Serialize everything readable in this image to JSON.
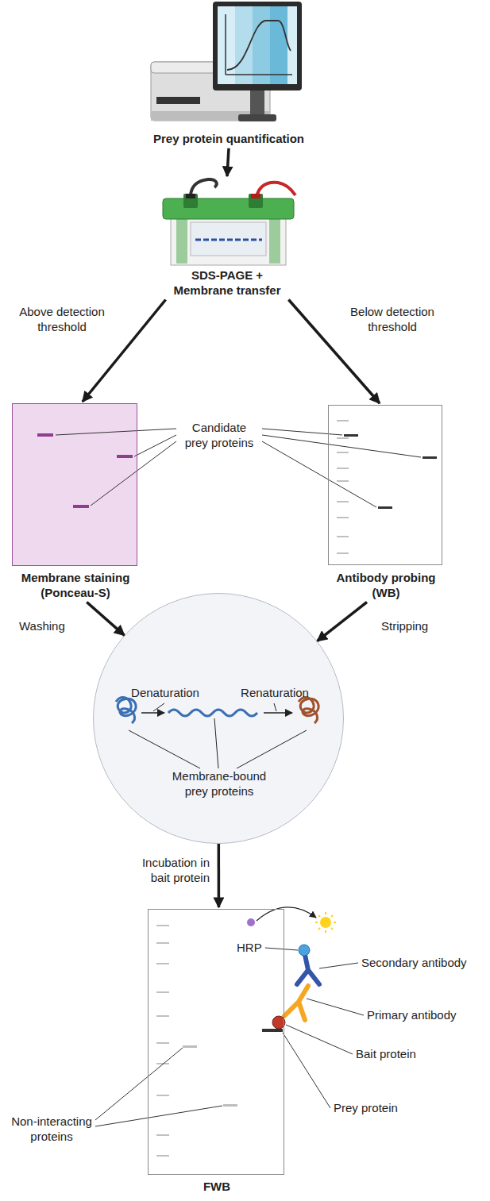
{
  "diagram": {
    "nodes": [
      {
        "text": [
          "Prey protein quantification"
        ]
      },
      {
        "text": [
          "SDS-PAGE + Membrane transfer"
        ]
      },
      {
        "text": [
          "Membrane staining (Ponceau-S)"
        ]
      },
      {
        "text": [
          "Antibody probing (WB)"
        ]
      },
      {
        "text": [
          "Denaturation",
          "Renaturation",
          "Membrane-bound prey proteins"
        ]
      },
      {
        "text": [
          "FWB"
        ]
      }
    ],
    "edges": [
      {
        "from": 0,
        "to": 1,
        "arrow": "to"
      },
      {
        "from": 1,
        "to": 2,
        "label": "Above detection threshold",
        "arrow": "to"
      },
      {
        "from": 1,
        "to": 3,
        "label": "Below detection threshold",
        "arrow": "to"
      },
      {
        "from": 2,
        "to": 4,
        "label": "Washing",
        "arrow": "to"
      },
      {
        "from": 3,
        "to": 4,
        "label": "Stripping",
        "arrow": "to"
      },
      {
        "from": 4,
        "to": 5,
        "label": "Incubation in bait protein",
        "arrow": "to"
      }
    ],
    "labels": [
      "Candidate prey proteins",
      "HRP",
      "Secondary antibody",
      "Primary antibody",
      "Bait protein",
      "Prey protein",
      "Non-interacting proteins"
    ]
  }
}
